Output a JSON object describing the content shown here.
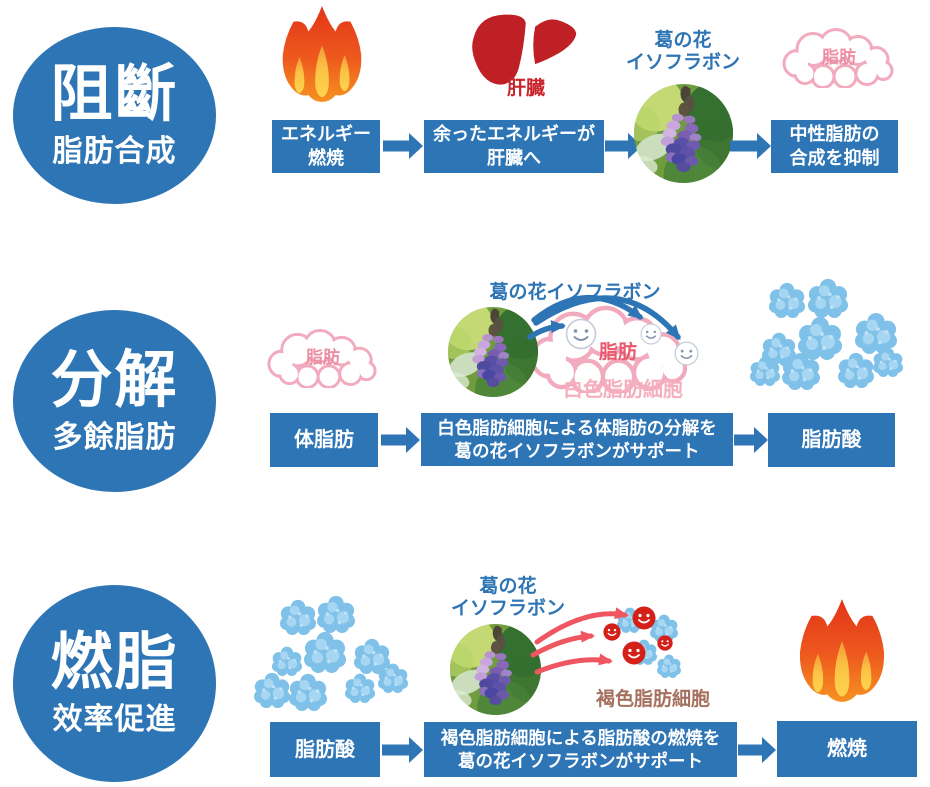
{
  "colors": {
    "primary_blue": "#2e75b6",
    "flame_red": "#e23418",
    "flame_orange": "#f69220",
    "flame_yellow": "#fdd44e",
    "liver_red": "#bf2026",
    "pink_cloud_outline": "#f2aabe",
    "pink_fat_text": "#ec8fa4",
    "strong_pink_text": "#e8596e",
    "light_pink_label": "#f5afbe",
    "brown_label": "#a5705e",
    "cloud_blue": "#7fc1e8",
    "cloud_blue_light": "#a6d6f2",
    "smiley_red": "#d5201a",
    "red_arrow": "#ef5660"
  },
  "icons": {
    "flame": "flame-icon",
    "liver": "liver-icon",
    "kudzu_flower": "kudzu-flower-image",
    "fat_cloud": "fat-cloud-icon",
    "fatty_acid_cluster": "fatty-acid-cluster-icon",
    "white_fat_cell_smiley": "white-fat-cell-smiley-icon",
    "brown_fat_cell": "brown-fat-cell-icon",
    "flow_arrow": "flow-arrow-icon",
    "curved_arrow": "curved-arrow-icon"
  },
  "sections": [
    {
      "id": "block-fat-synthesis",
      "badge": {
        "title": "阻斷",
        "subtitle": "脂肪合成"
      },
      "flow": {
        "step1": "エネルギー\n燃焼",
        "step2": "余ったエネルギーが\n肝臓へ",
        "step3": "中性脂肪の\n合成を抑制"
      },
      "labels": {
        "liver": "肝臓",
        "flower": "葛の花\nイソフラボン",
        "fat_cloud": "脂肪"
      }
    },
    {
      "id": "decompose-excess-fat",
      "badge": {
        "title": "分解",
        "subtitle": "多餘脂肪"
      },
      "flow": {
        "step1": "体脂肪",
        "step2": "白色脂肪細胞による体脂肪の分解を\n葛の花イソフラボンがサポート",
        "step3": "脂肪酸"
      },
      "labels": {
        "fat_cloud": "脂肪",
        "flower": "葛の花イソフラボン",
        "cell_fat": "脂肪",
        "white_fat_cell": "白色脂肪細胞"
      }
    },
    {
      "id": "boost-fat-burning",
      "badge": {
        "title": "燃脂",
        "subtitle": "效率促進"
      },
      "flow": {
        "step1": "脂肪酸",
        "step2": "褐色脂肪細胞による脂肪酸の燃焼を\n葛の花イソフラボンがサポート",
        "step3": "燃焼"
      },
      "labels": {
        "flower": "葛の花\nイソフラボン",
        "brown_fat_cell": "褐色脂肪細胞"
      }
    }
  ]
}
